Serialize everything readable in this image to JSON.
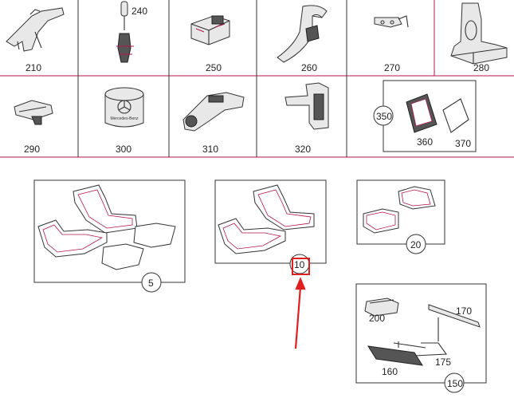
{
  "grid_parts": [
    {
      "label": "210"
    },
    {
      "label": "240"
    },
    {
      "label": "250"
    },
    {
      "label": "260"
    },
    {
      "label": "270"
    },
    {
      "label": "280"
    },
    {
      "label": "290"
    },
    {
      "label": "300"
    },
    {
      "label": "310"
    },
    {
      "label": "320"
    },
    {
      "label": "350"
    },
    {
      "label": "360"
    },
    {
      "label": "370"
    }
  ],
  "callouts": {
    "mats_large": "5",
    "mats_medium": "10",
    "mats_small": "20",
    "lighting": "150",
    "lighting_200": "200",
    "lighting_170": "170",
    "lighting_175": "175",
    "lighting_160": "160"
  },
  "logo_text": "Mercedes-Benz",
  "colors": {
    "grid_line": "#b3164a",
    "highlight": "#e02020"
  }
}
